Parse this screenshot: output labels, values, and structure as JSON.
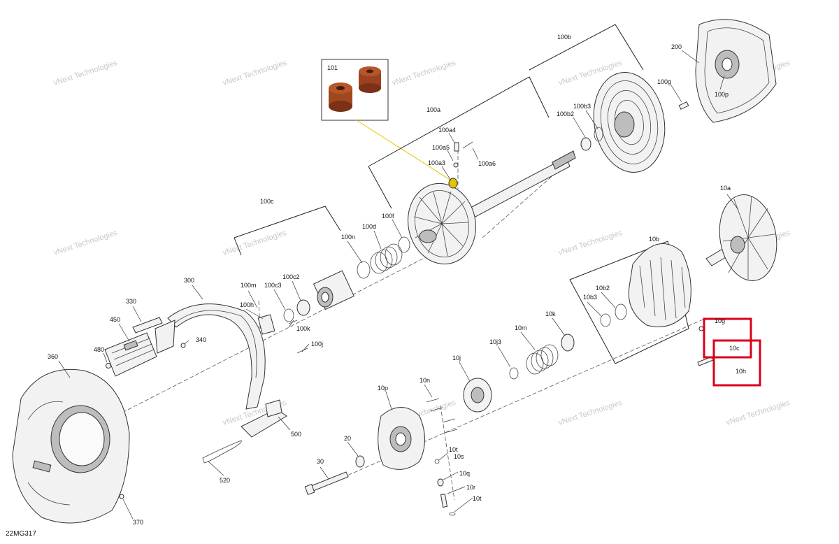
{
  "diagram_code": "22MG317",
  "watermark_text_1": "vNext",
  "watermark_text_2": "Technologies",
  "watermark_text_full": "vNext Technologies",
  "highlight_color": "#d9001b",
  "inset_label": "101",
  "callouts": {
    "c101": "101",
    "c100a": "100a",
    "c100a4": "100a4",
    "c100a5": "100a5",
    "c100a6": "100a6",
    "c100a3": "100a3",
    "c100b": "100b",
    "c100b2": "100b2",
    "c100b3": "100b3",
    "c100g": "100g",
    "c100p": "100p",
    "c200": "200",
    "c100c": "100c",
    "c100d": "100d",
    "c100f": "100f",
    "c100n": "100n",
    "c100c2": "100c2",
    "c100c3": "100c3",
    "c100m": "100m",
    "c100h": "100h",
    "c100k": "100k",
    "c100j": "100j",
    "c300": "300",
    "c330": "330",
    "c450": "450",
    "c480": "480",
    "c340": "340",
    "c360": "360",
    "c370": "370",
    "c500": "500",
    "c520": "520",
    "c10a": "10a",
    "c10b": "10b",
    "c10b2": "10b2",
    "c10b3": "10b3",
    "c10k": "10k",
    "c10m": "10m",
    "c10j3": "10j3",
    "c10j": "10j",
    "c10n": "10n",
    "c10p": "10p",
    "c10g": "10g",
    "c10c": "10c",
    "c10h": "10h",
    "c10t_upper": "10t",
    "c10s": "10s",
    "c10q": "10q",
    "c10r": "10r",
    "c10t_lower": "10t",
    "c20": "20",
    "c30": "30"
  }
}
